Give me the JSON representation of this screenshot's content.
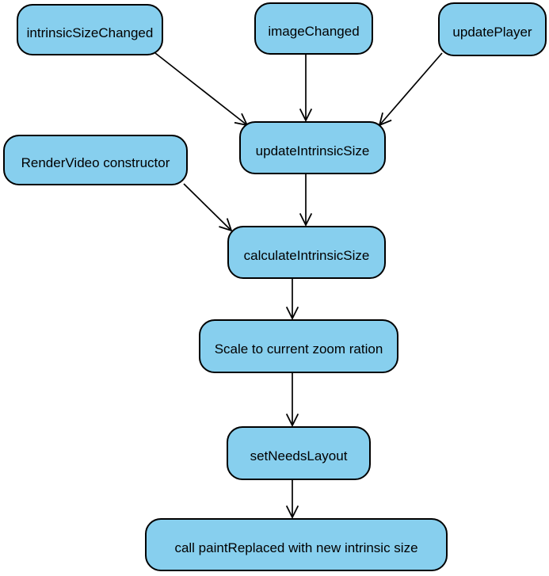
{
  "diagram": {
    "type": "flowchart",
    "background": "#ffffff",
    "node_fill": "#87CFEE",
    "node_border": "#000000",
    "edge_color": "#000000",
    "text_color": "#000000",
    "nodes": [
      {
        "id": "intrinsicSizeChanged",
        "label": "intrinsicSizeChanged"
      },
      {
        "id": "imageChanged",
        "label": "imageChanged"
      },
      {
        "id": "updatePlayer",
        "label": "updatePlayer"
      },
      {
        "id": "updateIntrinsicSize",
        "label": "updateIntrinsicSize"
      },
      {
        "id": "renderVideoConstructor",
        "label": "RenderVideo constructor"
      },
      {
        "id": "calculateIntrinsicSize",
        "label": "calculateIntrinsicSize"
      },
      {
        "id": "scaleToCurrentZoom",
        "label": "Scale to current zoom ration"
      },
      {
        "id": "setNeedsLayout",
        "label": "setNeedsLayout"
      },
      {
        "id": "callPaintReplaced",
        "label": "call paintReplaced with new intrinsic size"
      }
    ],
    "edges": [
      {
        "from": "intrinsicSizeChanged",
        "to": "updateIntrinsicSize"
      },
      {
        "from": "imageChanged",
        "to": "updateIntrinsicSize"
      },
      {
        "from": "updatePlayer",
        "to": "updateIntrinsicSize"
      },
      {
        "from": "updateIntrinsicSize",
        "to": "calculateIntrinsicSize"
      },
      {
        "from": "renderVideoConstructor",
        "to": "calculateIntrinsicSize"
      },
      {
        "from": "calculateIntrinsicSize",
        "to": "scaleToCurrentZoom"
      },
      {
        "from": "scaleToCurrentZoom",
        "to": "setNeedsLayout"
      },
      {
        "from": "setNeedsLayout",
        "to": "callPaintReplaced"
      }
    ]
  }
}
